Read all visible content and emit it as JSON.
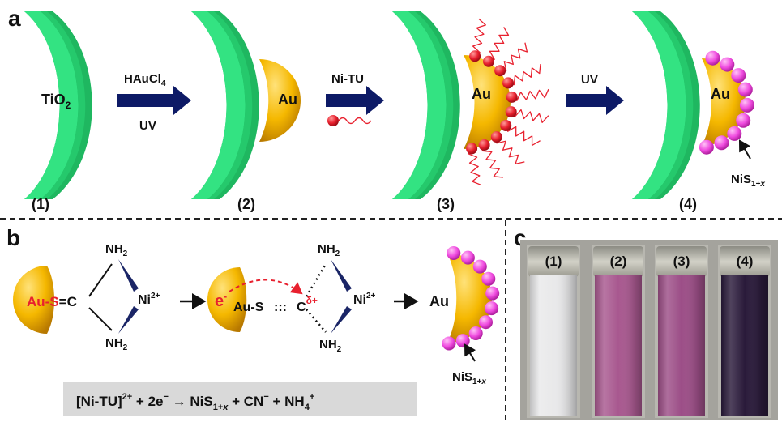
{
  "panels": {
    "a": {
      "letter": "a",
      "steps": [
        "(1)",
        "(2)",
        "(3)",
        "(4)"
      ]
    },
    "b": {
      "letter": "b"
    },
    "c": {
      "letter": "c",
      "vials": [
        "(1)",
        "(2)",
        "(3)",
        "(4)"
      ]
    }
  },
  "labels": {
    "tio2_main": "TiO",
    "tio2_sub": "2",
    "au": "Au",
    "reagent1_top_main": "HAuCl",
    "reagent1_top_sub": "4",
    "reagent1_bottom": "UV",
    "reagent2": "Ni-TU",
    "reagent3": "UV",
    "nis_main": "NiS",
    "nis_sub": "1+",
    "nis_x": "x"
  },
  "mechanism": {
    "au_red": "Au-",
    "s_red": "S",
    "eq_c": "=C",
    "nh2_main": "NH",
    "nh2_sub": "2",
    "ni2_main": "Ni",
    "ni2_sup": "2+",
    "e_main": "e",
    "e_sup": "-",
    "aus": "Au-S",
    "dots": ":::",
    "c_main": "C",
    "c_sup": "δ+",
    "equation": {
      "p1": "[Ni-TU]",
      "p1_sup": "2+",
      "p2": " + 2e",
      "p2_sup": "−",
      "p3": " → NiS",
      "p3_sub": "1+",
      "p3_x": "x",
      "p4": " + CN",
      "p4_sup": "−",
      "p5": " + NH",
      "p5_sub": "4",
      "p5_sup": "+"
    }
  },
  "colors": {
    "tio2": "#2fe07f",
    "au": "#f5b800",
    "nis": "#f04ce0",
    "ni_tu": "#e8202e",
    "arrow": "#0d1a66",
    "vial_colors": [
      "#e9e9ea",
      "#a8588f",
      "#9c4e87",
      "#2a1a3a"
    ]
  }
}
